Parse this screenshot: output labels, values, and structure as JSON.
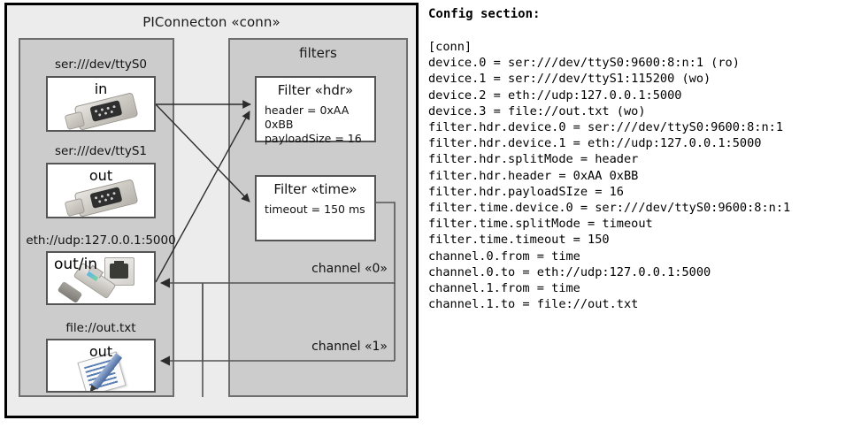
{
  "diagram": {
    "title": "PIConnecton «conn»",
    "panels": {
      "devices_title": "",
      "filters_title": "filters"
    },
    "devices": [
      {
        "caption": "ser:///dev/ttyS0",
        "direction": "in",
        "icon": "serial-port-icon"
      },
      {
        "caption": "ser:///dev/ttyS1",
        "direction": "out",
        "icon": "serial-port-icon"
      },
      {
        "caption": "eth://udp:127.0.0.1:5000",
        "direction": "out/in",
        "icon": "ethernet-port-icon"
      },
      {
        "caption": "file://out.txt",
        "direction": "out",
        "icon": "text-file-icon"
      }
    ],
    "filters": [
      {
        "title": "Filter «hdr»",
        "attrs": [
          "header = 0xAA 0xBB",
          "payloadSize = 16"
        ]
      },
      {
        "title": "Filter «time»",
        "attrs": [
          "timeout = 150 ms"
        ]
      }
    ],
    "channels": [
      {
        "label": "channel «0»"
      },
      {
        "label": "channel «1»"
      }
    ]
  },
  "config": {
    "heading": "Config section:",
    "text": "[conn]\ndevice.0 = ser:///dev/ttyS0:9600:8:n:1 (ro)\ndevice.1 = ser:///dev/ttyS1:115200 (wo)\ndevice.2 = eth://udp:127.0.0.1:5000\ndevice.3 = file://out.txt (wo)\nfilter.hdr.device.0 = ser:///dev/ttyS0:9600:8:n:1\nfilter.hdr.device.1 = eth://udp:127.0.0.1:5000\nfilter.hdr.splitMode = header\nfilter.hdr.header = 0xAA 0xBB\nfilter.hdr.payloadSIze = 16\nfilter.time.device.0 = ser:///dev/ttyS0:9600:8:n:1\nfilter.time.splitMode = timeout\nfilter.time.timeout = 150\nchannel.0.from = time\nchannel.0.to = eth://udp:127.0.0.1:5000\nchannel.1.from = time\nchannel.1.to = file://out.txt"
  },
  "colors": {
    "page_background": "#ffffff",
    "frame_border": "#000000",
    "outer_panel": "#ececec",
    "inner_panel": "#cccccc",
    "panel_border": "#6e6e6e",
    "card_border": "#555555",
    "card_background": "#ffffff",
    "wire": "#444444",
    "text": "#111111"
  }
}
